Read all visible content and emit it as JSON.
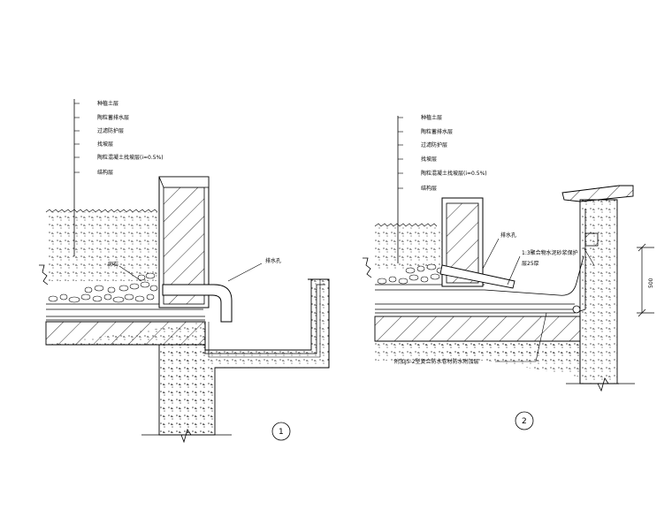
{
  "detail1": {
    "layers": [
      "种植土层",
      "陶粒蓄排水层",
      "过滤防护层",
      "找坡层",
      "陶粒混凝土找坡层(i=0.5%)",
      "结构层"
    ],
    "gravel_label": "卵石",
    "pipe_label": "排水孔",
    "number": "1"
  },
  "detail2": {
    "layers": [
      "种植土层",
      "陶粒蓄排水层",
      "过滤防护层",
      "找坡层",
      "陶粒混凝土找坡层(i=0.5%)",
      "结构层"
    ],
    "outlet_label": "排水孔",
    "note_line1": "1:3聚合物水泥砂浆保护",
    "note_line2": "层25厚",
    "bottom_note": "附加JS-2型复合防水卷材防水附加层",
    "dimension": "500",
    "number": "2"
  },
  "colors": {
    "line": "#000000",
    "background": "#ffffff"
  }
}
